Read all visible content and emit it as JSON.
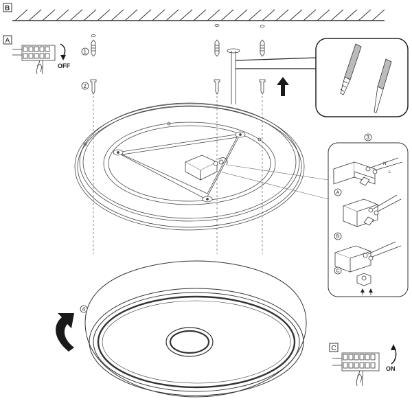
{
  "panels": {
    "b": "B",
    "a": "A",
    "c": "C"
  },
  "steps": {
    "one": "1",
    "two": "2",
    "three": "3",
    "four": "4"
  },
  "switch": {
    "off": "OFF",
    "on": "ON"
  },
  "connection_options": {
    "a": "A",
    "b": "B",
    "c": "C"
  },
  "wire_letters": {
    "n": "N",
    "l": "L"
  },
  "icons": {
    "up_arrow": "up-arrow-icon",
    "rotate_arrow": "rotate-arrow-icon"
  },
  "colors": {
    "line": "#333333",
    "fill": "#ffffff",
    "arrow": "#1a1a1a"
  }
}
